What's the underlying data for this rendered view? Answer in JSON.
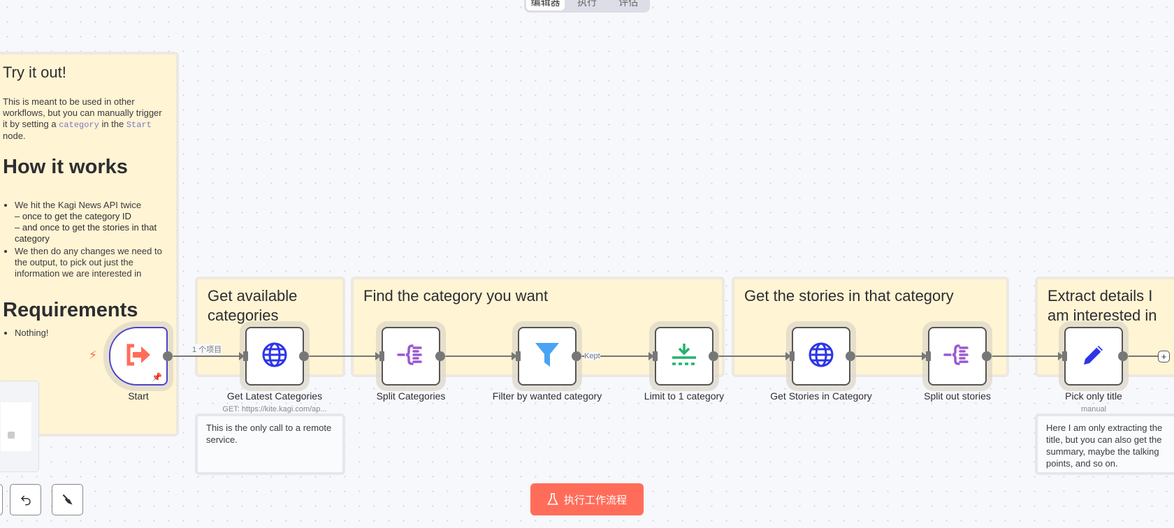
{
  "tabs": [
    {
      "label": "编辑器",
      "active": true
    },
    {
      "label": "执行"
    },
    {
      "label": "评估"
    }
  ],
  "intro_sticky": {
    "h_try": "Try it out!",
    "p1_a": "This is meant to be used in other workflows, but you can manually trigger it by setting a ",
    "p1_code1": "category",
    "p1_b": " in the ",
    "p1_code2": "Start",
    "p1_c": " node.",
    "h_how": "How it works",
    "how_items": [
      "We hit the Kagi News API twice",
      "– once to get the category ID",
      "– and once to get the stories in that category",
      "We then do any changes we need to the output, to pick out just the information we are interested in"
    ],
    "h_req": "Requirements",
    "req_items": [
      "Nothing!"
    ]
  },
  "groups": [
    "Get available categories",
    "Find the category you want",
    "Get the stories in that category",
    "Extract details I am interested in"
  ],
  "nodes": [
    {
      "label": "Start",
      "icon": "sign-in-icon",
      "color": "#ff6d5a"
    },
    {
      "label": "Get Latest Categories",
      "sub": "GET: https://kite.kagi.com/ap...",
      "icon": "globe-icon",
      "color": "#2d35e8"
    },
    {
      "label": "Split Categories",
      "icon": "split-out-icon",
      "color": "#9b59d0"
    },
    {
      "label": "Filter by wanted category",
      "icon": "filter-icon",
      "color": "#4aa3f5"
    },
    {
      "label": "Limit to 1 category",
      "icon": "limit-icon",
      "color": "#23b26d"
    },
    {
      "label": "Get Stories in Category",
      "icon": "globe-icon",
      "color": "#2d35e8"
    },
    {
      "label": "Split out stories",
      "icon": "split-out-icon",
      "color": "#9b59d0"
    },
    {
      "label": "Pick only title",
      "sub": "manual",
      "icon": "pencil-icon",
      "color": "#2d35e8"
    }
  ],
  "edges": {
    "start_to_http": "1 个项目",
    "filter_kept": "Kept"
  },
  "notes": [
    "This is the only call to a remote service.",
    "Here I am only extracting the title, but you can also get the summary, maybe the talking points, and so on."
  ],
  "run_button": "执行工作流程",
  "colors": {
    "accent": "#ff6d5a",
    "sticky": "#fff4d3"
  }
}
